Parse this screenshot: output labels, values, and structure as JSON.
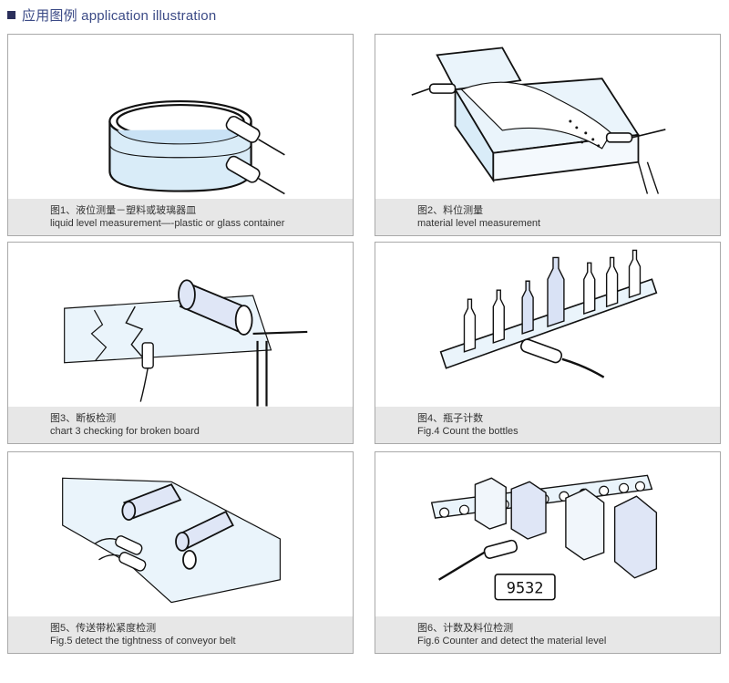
{
  "header": {
    "title": "应用图例 application illustration"
  },
  "panels": [
    {
      "caption_cn": "图1、液位测量－塑料或玻璃器皿",
      "caption_en": "liquid level measurement—-plastic or glass container"
    },
    {
      "caption_cn": "图2、料位测量",
      "caption_en": "material level measurement"
    },
    {
      "caption_cn": "图3、断板检测",
      "caption_en": "chart 3 checking for broken board"
    },
    {
      "caption_cn": "图4、瓶子计数",
      "caption_en": "Fig.4 Count the bottles"
    },
    {
      "caption_cn": "图5、传送带松紧度检测",
      "caption_en": "Fig.5 detect the tightness of conveyor belt"
    },
    {
      "caption_cn": "图6、计数及料位检测",
      "caption_en": "Fig.6 Counter and detect the material level"
    }
  ],
  "counter_display": "9532",
  "colors": {
    "accent": "#3b4a86",
    "caption_bg": "#e7e7e7",
    "liquid": "#d9ecf8",
    "border": "#a9a9a9"
  }
}
